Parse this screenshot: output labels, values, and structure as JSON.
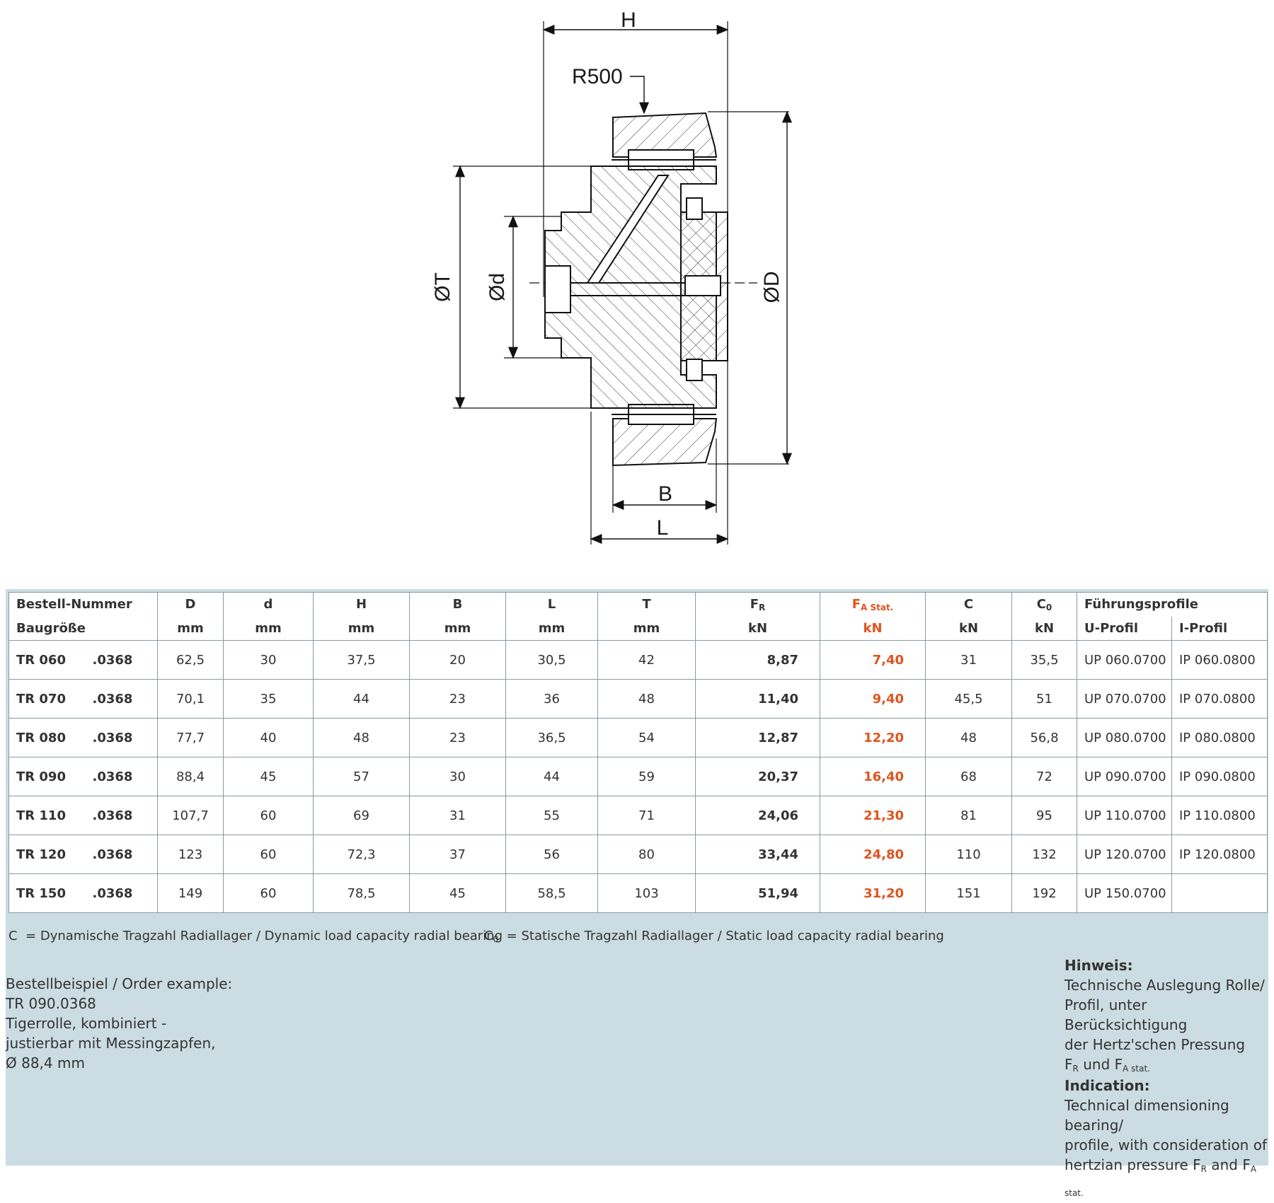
{
  "drawing": {
    "labels": {
      "H": "H",
      "R": "R500",
      "T": "ØT",
      "d": "Ød",
      "D": "ØD",
      "B": "B",
      "L": "L"
    }
  },
  "table": {
    "header": {
      "order_number": "Bestell-Nummer",
      "size": "Baugröße",
      "D": "D",
      "d": "d",
      "H": "H",
      "B": "B",
      "L": "L",
      "T": "T",
      "FR_main": "F",
      "FR_sub": "R",
      "FA_main": "F",
      "FA_sub": "A Stat.",
      "C": "C",
      "C0_main": "C",
      "C0_sub": "0",
      "profiles": "Führungsprofile",
      "U_profile": "U-Profil",
      "I_profile": "I-Profil",
      "unit_mm": "mm",
      "unit_kN": "kN"
    },
    "rows": [
      {
        "size": "TR 060",
        "code": ".0368",
        "D": "62,5",
        "d": "30",
        "H": "37,5",
        "B": "20",
        "L": "30,5",
        "T": "42",
        "FR": "8,87",
        "FA": "7,40",
        "C": "31",
        "C0": "35,5",
        "U": "UP 060.0700",
        "I": "IP 060.0800"
      },
      {
        "size": "TR 070",
        "code": ".0368",
        "D": "70,1",
        "d": "35",
        "H": "44",
        "B": "23",
        "L": "36",
        "T": "48",
        "FR": "11,40",
        "FA": "9,40",
        "C": "45,5",
        "C0": "51",
        "U": "UP 070.0700",
        "I": "IP 070.0800"
      },
      {
        "size": "TR 080",
        "code": ".0368",
        "D": "77,7",
        "d": "40",
        "H": "48",
        "B": "23",
        "L": "36,5",
        "T": "54",
        "FR": "12,87",
        "FA": "12,20",
        "C": "48",
        "C0": "56,8",
        "U": "UP 080.0700",
        "I": "IP 080.0800"
      },
      {
        "size": "TR 090",
        "code": ".0368",
        "D": "88,4",
        "d": "45",
        "H": "57",
        "B": "30",
        "L": "44",
        "T": "59",
        "FR": "20,37",
        "FA": "16,40",
        "C": "68",
        "C0": "72",
        "U": "UP 090.0700",
        "I": "IP 090.0800"
      },
      {
        "size": "TR 110",
        "code": ".0368",
        "D": "107,7",
        "d": "60",
        "H": "69",
        "B": "31",
        "L": "55",
        "T": "71",
        "FR": "24,06",
        "FA": "21,30",
        "C": "81",
        "C0": "95",
        "U": "UP 110.0700",
        "I": "IP 110.0800"
      },
      {
        "size": "TR 120",
        "code": ".0368",
        "D": "123",
        "d": "60",
        "H": "72,3",
        "B": "37",
        "L": "56",
        "T": "80",
        "FR": "33,44",
        "FA": "24,80",
        "C": "110",
        "C0": "132",
        "U": "UP 120.0700",
        "I": "IP 120.0800"
      },
      {
        "size": "TR 150",
        "code": ".0368",
        "D": "149",
        "d": "60",
        "H": "78,5",
        "B": "45",
        "L": "58,5",
        "T": "103",
        "FR": "51,94",
        "FA": "31,20",
        "C": "151",
        "C0": "192",
        "U": "UP 150.0700",
        "I": ""
      }
    ]
  },
  "legend": {
    "c_symbol": "C",
    "c_text": "= Dynamische Tragzahl Radiallager / Dynamic load capacity radial bearing",
    "c0_symbol": "C",
    "c0_sub": "0",
    "c0_text": "= Statische Tragzahl Radiallager / Static load capacity radial bearing"
  },
  "order_example": {
    "line1": "Bestellbeispiel / Order example:",
    "line2": "TR 090.0368",
    "line3": "Tigerrolle, kombiniert -",
    "line4": "justierbar mit Messingzapfen,",
    "line5": "Ø 88,4 mm"
  },
  "hint_de": {
    "title": "Hinweis:",
    "line1": "Technische Auslegung Rolle/",
    "line2": "Profil, unter Berücksichtigung",
    "line3": "der Hertz'schen Pressung",
    "f1": "F",
    "f1_sub": "R",
    "and": " und ",
    "f2": "F",
    "f2_sub": "A stat."
  },
  "hint_en": {
    "title": "Indication:",
    "line1": "Technical dimensioning bearing/",
    "line2": "profile, with consideration of",
    "line3_pre": "hertzian pressure ",
    "f1": "F",
    "f1_sub": "R",
    "and": " and ",
    "f2": "F",
    "f2_sub": "A stat."
  },
  "colors": {
    "accent": "#e0531f",
    "panel": "#cbdce2",
    "grid": "#8a9aa0"
  }
}
